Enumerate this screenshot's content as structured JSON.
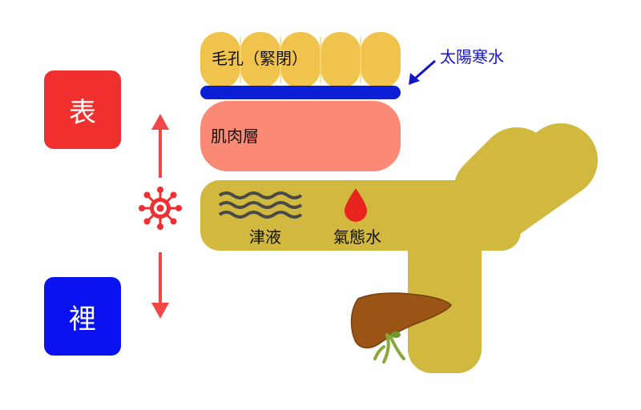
{
  "boxes": {
    "surface": {
      "label": "表",
      "color": "#f0302e"
    },
    "interior": {
      "label": "裡",
      "color": "#0a12f0"
    }
  },
  "layers": {
    "pores": {
      "label": "毛孔（緊閉）",
      "color": "#f0c34d"
    },
    "barrier": {
      "color": "#0a1fd6"
    },
    "muscle": {
      "label": "肌肉層",
      "color": "#fa8a76"
    },
    "body_fluids": {
      "label": "津液",
      "color": "#d1b83f"
    },
    "qi_water": {
      "label": "氣態水",
      "color": "#e8241e"
    }
  },
  "annotations": {
    "taiyang": {
      "label": "太陽寒水",
      "color": "#1515c8"
    }
  },
  "icons": {
    "virus": "virus-icon",
    "waves": "waves-icon",
    "drop": "drop-icon",
    "liver": "liver-icon",
    "arrow_up": "arrow-up-icon",
    "arrow_down": "arrow-down-icon"
  }
}
